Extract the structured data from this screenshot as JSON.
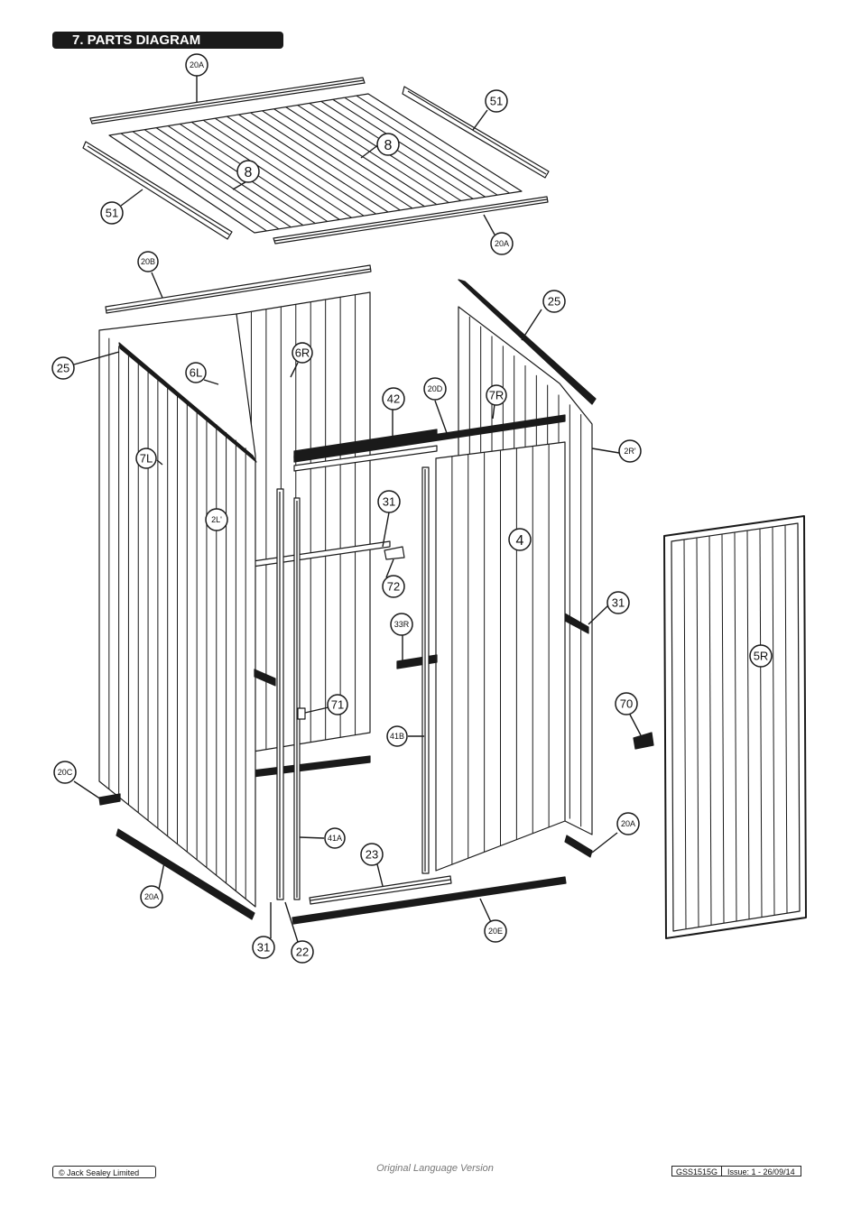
{
  "header": {
    "section_title": "7. PARTS DIAGRAM"
  },
  "callouts": [
    {
      "id": "20a_top",
      "label": "20A"
    },
    {
      "id": "51_right",
      "label": "51"
    },
    {
      "id": "8_right",
      "label": "8"
    },
    {
      "id": "8_left",
      "label": "8"
    },
    {
      "id": "51_left",
      "label": "51"
    },
    {
      "id": "20a_roof_front",
      "label": "20A"
    },
    {
      "id": "20b",
      "label": "20B"
    },
    {
      "id": "25_right",
      "label": "25"
    },
    {
      "id": "25_left",
      "label": "25"
    },
    {
      "id": "6r",
      "label": "6R"
    },
    {
      "id": "6l",
      "label": "6L"
    },
    {
      "id": "42",
      "label": "42"
    },
    {
      "id": "20d",
      "label": "20D"
    },
    {
      "id": "7r",
      "label": "7R"
    },
    {
      "id": "2r",
      "label": "2R'"
    },
    {
      "id": "7l",
      "label": "7L"
    },
    {
      "id": "31_mid",
      "label": "31"
    },
    {
      "id": "2l",
      "label": "2L'"
    },
    {
      "id": "4",
      "label": "4"
    },
    {
      "id": "72",
      "label": "72"
    },
    {
      "id": "31_right",
      "label": "31"
    },
    {
      "id": "33r",
      "label": "33R"
    },
    {
      "id": "5r",
      "label": "5R"
    },
    {
      "id": "70",
      "label": "70"
    },
    {
      "id": "71",
      "label": "71"
    },
    {
      "id": "41b",
      "label": "41B"
    },
    {
      "id": "20c",
      "label": "20C"
    },
    {
      "id": "20a_right",
      "label": "20A"
    },
    {
      "id": "41a",
      "label": "41A"
    },
    {
      "id": "23",
      "label": "23"
    },
    {
      "id": "20a_bottom_left",
      "label": "20A"
    },
    {
      "id": "20e",
      "label": "20E"
    },
    {
      "id": "31_bottom",
      "label": "31"
    },
    {
      "id": "22",
      "label": "22"
    }
  ],
  "footer": {
    "copyright": "© Jack Sealey Limited",
    "language_note": "Original Language Version",
    "model": "GSS1515G",
    "issue": "Issue: 1 - 26/09/14"
  }
}
